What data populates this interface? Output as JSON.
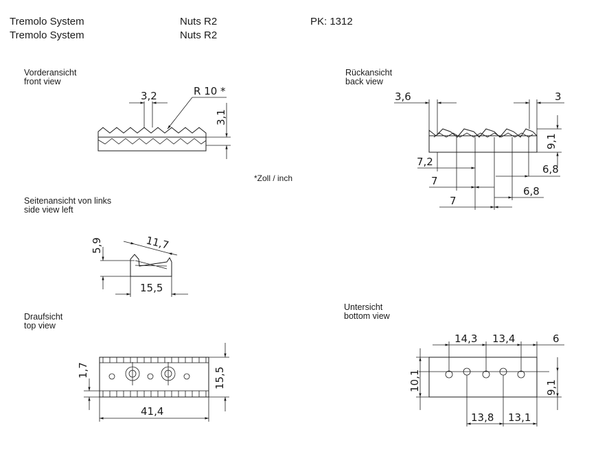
{
  "header": {
    "col1_line1": "Tremolo System",
    "col1_line2": "Tremolo System",
    "col2_line1": "Nuts R2",
    "col2_line2": "Nuts R2",
    "pk": "PK: 1312"
  },
  "views": {
    "front": {
      "line1": "Vorderansicht",
      "line2": "front view",
      "dims": {
        "width": "3,2",
        "radius": "R 10 *",
        "height": "3,1"
      }
    },
    "back": {
      "line1": "Rückansicht",
      "line2": "back view",
      "dims": {
        "left": "3,6",
        "right": "3",
        "height": "9,1",
        "d72": "7,2",
        "d68a": "6,8",
        "d7a": "7",
        "d7b": "7",
        "d68b": "6,8"
      }
    },
    "side": {
      "line1": "Seitenansicht von links",
      "line2": "side view left",
      "dims": {
        "height": "5,9",
        "slope": "11,7",
        "depth": "15,5"
      }
    },
    "top": {
      "line1": "Draufsicht",
      "line2": "top view",
      "dims": {
        "small": "1,7",
        "height": "15,5",
        "width": "41,4"
      }
    },
    "bottom": {
      "line1": "Untersicht",
      "line2": "bottom view",
      "dims": {
        "d143": "14,3",
        "d134": "13,4",
        "d6": "6",
        "height": "10,1",
        "right": "9,1",
        "d138": "13,8",
        "d131": "13,1"
      }
    }
  },
  "note": "*Zoll / inch"
}
